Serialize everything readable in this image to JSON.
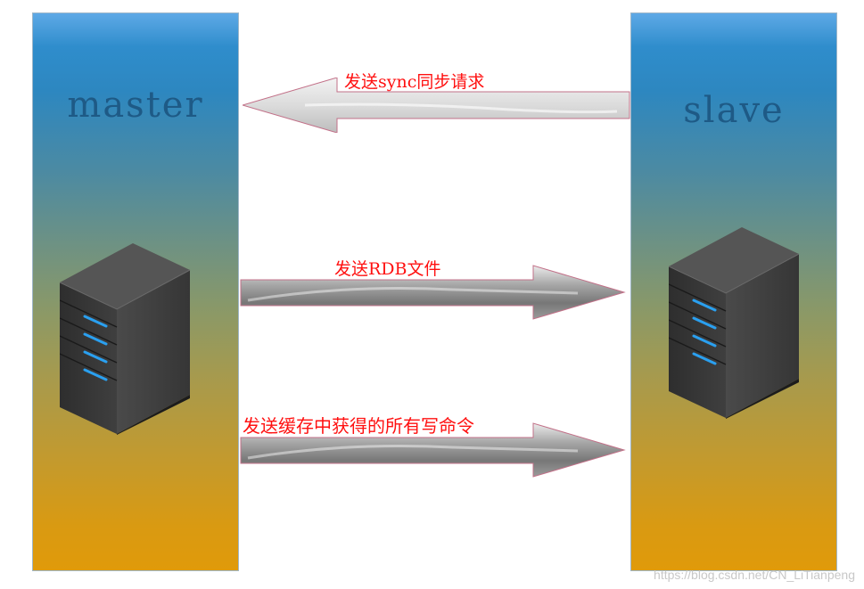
{
  "master": {
    "title": "master"
  },
  "slave": {
    "title": "slave"
  },
  "arrows": [
    {
      "label": "发送sync同步请求",
      "direction": "left"
    },
    {
      "label": "发送RDB文件",
      "direction": "right"
    },
    {
      "label": "发送缓存中获得的所有写命令",
      "direction": "right"
    }
  ],
  "watermark": "https://blog.csdn.net/CN_LiTianpeng",
  "colors": {
    "panel_top": "#2f8dcc",
    "panel_bottom": "#e09a0a",
    "title": "#1e5a86",
    "label": "#ff1010",
    "server_body": "#3a3a3a",
    "server_led": "#2aa0f0"
  }
}
